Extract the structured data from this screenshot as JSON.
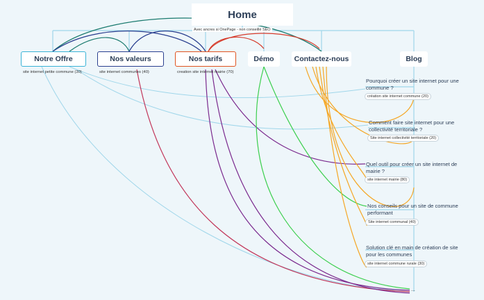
{
  "home": {
    "title": "Home",
    "note": "Avec ancres si OnePage - non conseillé SEO"
  },
  "nav": [
    {
      "label": "Notre Offre",
      "keyword": "site internet petite commune (30)"
    },
    {
      "label": "Nos valeurs",
      "keyword": "site internet communes (40)"
    },
    {
      "label": "Nos tarifs",
      "keyword": "creation site internet mairie (70)"
    },
    {
      "label": "Démo"
    },
    {
      "label": "Contactez-nous"
    },
    {
      "label": "Blog"
    }
  ],
  "articles": [
    {
      "title": "Pourquoi créer un site internet pour une commune ?",
      "keyword": "création site internet commune (20)"
    },
    {
      "title": "Comment faire site internet pour une collectivité territoriale ?",
      "keyword": "Site internet collectivité territoriale (20)"
    },
    {
      "title": "Quel outil pour créer un site internet de mairie ?",
      "keyword": "site internet mairie (80)"
    },
    {
      "title": "Nos conseils pour un site de commune performant",
      "keyword": "Site internet communal (40)"
    },
    {
      "title": "Solution clé en main de création de site pour  les communes",
      "keyword": "site internet commune rurale (30)"
    }
  ],
  "more": "...",
  "colors": {
    "navy": "#2c3e57",
    "teal": "#1a7a6e",
    "blue": "#2a3f8f",
    "red": "#d63a2a",
    "green": "#3ccf4e",
    "orange": "#f5a623",
    "purple": "#7b2a8e",
    "crimson": "#c2365a",
    "lightblue": "#9fd6ea",
    "orangeBorder": "#e0531f"
  }
}
